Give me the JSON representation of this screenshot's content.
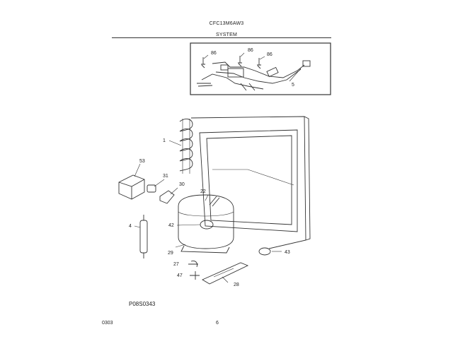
{
  "header": {
    "model": "CFC13M6AW3",
    "section": "SYSTEM"
  },
  "footer": {
    "diagram_id": "P08S0343",
    "date": "0303",
    "page": "6"
  },
  "callouts": {
    "c86a": "86",
    "c86b": "86",
    "c86c": "86",
    "c5": "5",
    "c1": "1",
    "c53": "53",
    "c31": "31",
    "c30": "30",
    "c22": "22",
    "c42": "42",
    "c4": "4",
    "c29": "29",
    "c27": "27",
    "c47": "47",
    "c28": "28",
    "c43": "43"
  }
}
